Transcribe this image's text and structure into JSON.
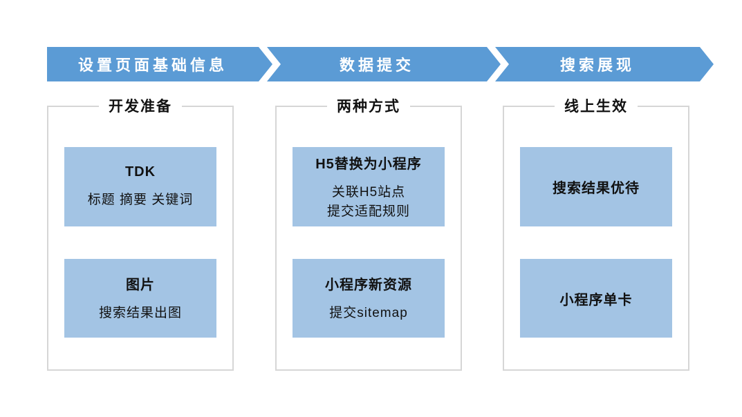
{
  "banner": {
    "steps": [
      {
        "label": "设置页面基础信息"
      },
      {
        "label": "数据提交"
      },
      {
        "label": "搜索展现"
      }
    ]
  },
  "columns": [
    {
      "group_title": "开发准备",
      "cards": [
        {
          "title": "TDK",
          "subtitle": "标题 摘要 关键词"
        },
        {
          "title": "图片",
          "subtitle": "搜索结果出图"
        }
      ]
    },
    {
      "group_title": "两种方式",
      "cards": [
        {
          "title": "H5替换为小程序",
          "subtitle": "关联H5站点\n提交适配规则"
        },
        {
          "title": "小程序新资源",
          "subtitle": "提交sitemap"
        }
      ]
    },
    {
      "group_title": "线上生效",
      "cards": [
        {
          "title": "搜索结果优待",
          "subtitle": ""
        },
        {
          "title": "小程序单卡",
          "subtitle": ""
        }
      ]
    }
  ],
  "colors": {
    "banner_blue": "#5B9BD5",
    "card_blue": "#A3C4E4",
    "box_border": "#D6D6D6",
    "banner_text": "#FFFFFF",
    "body_text": "#111111"
  }
}
